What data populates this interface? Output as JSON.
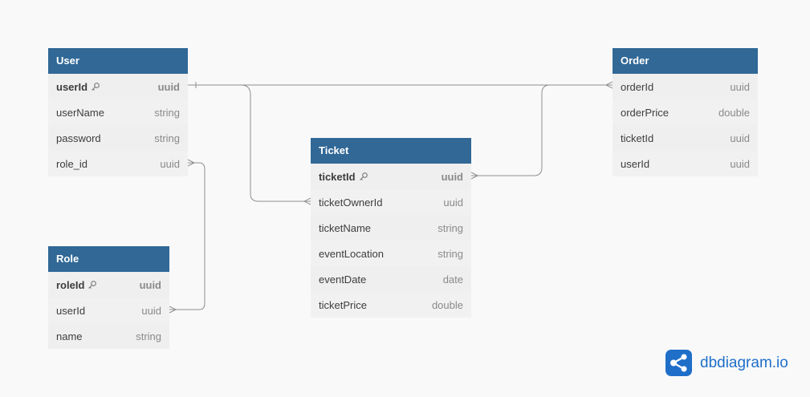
{
  "tables": [
    {
      "id": "user",
      "title": "User",
      "columns": [
        {
          "name": "userId",
          "type": "uuid",
          "pk": true
        },
        {
          "name": "userName",
          "type": "string"
        },
        {
          "name": "password",
          "type": "string"
        },
        {
          "name": "role_id",
          "type": "uuid"
        }
      ]
    },
    {
      "id": "role",
      "title": "Role",
      "columns": [
        {
          "name": "roleId",
          "type": "uuid",
          "pk": true
        },
        {
          "name": "userId",
          "type": "uuid"
        },
        {
          "name": "name",
          "type": "string"
        }
      ]
    },
    {
      "id": "ticket",
      "title": "Ticket",
      "columns": [
        {
          "name": "ticketId",
          "type": "uuid",
          "pk": true
        },
        {
          "name": "ticketOwnerId",
          "type": "uuid"
        },
        {
          "name": "ticketName",
          "type": "string"
        },
        {
          "name": "eventLocation",
          "type": "string"
        },
        {
          "name": "eventDate",
          "type": "date"
        },
        {
          "name": "ticketPrice",
          "type": "double"
        }
      ]
    },
    {
      "id": "order",
      "title": "Order",
      "columns": [
        {
          "name": "orderId",
          "type": "uuid"
        },
        {
          "name": "orderPrice",
          "type": "double"
        },
        {
          "name": "ticketId",
          "type": "uuid"
        },
        {
          "name": "userId",
          "type": "uuid"
        }
      ]
    }
  ],
  "relationships": [
    {
      "from": "User.userId",
      "from_end": "one",
      "to": "Order.orderId",
      "to_end": "many"
    },
    {
      "from": "User.userId",
      "from_end": "one",
      "to": "Ticket.ticketOwnerId",
      "to_end": "many"
    },
    {
      "from": "User.role_id",
      "from_end": "many",
      "to": "Role.userId",
      "to_end": "many"
    },
    {
      "from": "Ticket.ticketId",
      "from_end": "many",
      "to": "Order.orderId",
      "to_end": "many"
    }
  ],
  "brand": {
    "name": "dbdiagram.io",
    "color": "#1f6fc8"
  },
  "colors": {
    "header": "#316896",
    "background": "#f9f9fa",
    "edge": "#8f8f8f"
  }
}
